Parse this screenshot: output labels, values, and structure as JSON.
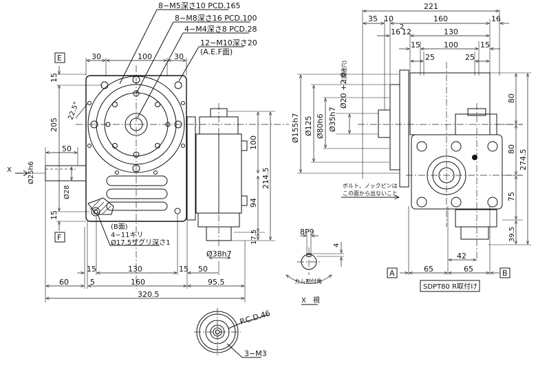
{
  "drawing": {
    "title": "SDPT80 R取付け",
    "datum_labels": {
      "e": "E",
      "f": "F",
      "a": "A",
      "b": "B"
    },
    "view_labels": {
      "x_view": "X　視",
      "x_arrow": "X"
    },
    "callouts": {
      "holes_pcd165": "8−M5深さ10  PCD.165",
      "holes_pcd100": "8−M8深さ16  PCD.100",
      "holes_pcd28": "4−M4深さ8  PCD.28",
      "holes_m10": "12−M10深さ20",
      "holes_m10_faces": "(A.E.F面)",
      "b_face": "(B面)",
      "b_face_drill": "4−11キリ",
      "b_face_counterbore": "Ø17.5ザグリ深さ1",
      "bolt_note_1": "ボルト、ノックピンは",
      "bolt_note_2": "この面から出ないこと",
      "through_hole": "(貫通穴)",
      "cam_angle": "カム割付角",
      "pcd46": "P.C.D.46",
      "m3": "3−M3",
      "keyway": "8P9"
    },
    "front_view_dims": {
      "top_30_left": "30",
      "top_100": "100",
      "top_30_right": "30",
      "left_15_top": "15",
      "left_205": "205",
      "angle": "22.5°",
      "shaft_50": "50",
      "shaft_dia25": "Ø25h6",
      "shaft_dia28": "Ø28",
      "left_15_bottom": "15",
      "motor_100": "100",
      "motor_94": "94",
      "motor_2145": "214.5",
      "motor_175": "17.5",
      "output_dia38": "Ø38h7",
      "bottom_15_left": "15",
      "bottom_130": "130",
      "bottom_15_right": "15",
      "bottom_50": "50",
      "bottom_60": "60",
      "bottom_5": "5",
      "bottom_160": "160",
      "bottom_955": "95.5",
      "bottom_3205": "320.5"
    },
    "x_view_dims": {
      "key_depth": "4"
    },
    "side_view_dims": {
      "top_221": "221",
      "top_35": "35",
      "top_10": "10",
      "top_160": "160",
      "top_16_right": "16",
      "top_2": "2",
      "top_16": "16",
      "top_12": "12",
      "top_130": "130",
      "top_15_left": "15",
      "top_100": "100",
      "top_15_right": "15",
      "top_25_left": "25",
      "top_25_right": "25",
      "dia155": "Ø155h7",
      "dia125": "Ø125",
      "dia80": "Ø80h6",
      "dia35": "Ø35h7",
      "dia20": "Ø20 +2 0",
      "right_80_top": "80",
      "right_80_mid": "80",
      "right_75": "75",
      "right_395": "39.5",
      "right_2745": "274.5",
      "bottom_42": "42",
      "bottom_65_left": "65",
      "bottom_65_right": "65"
    }
  }
}
